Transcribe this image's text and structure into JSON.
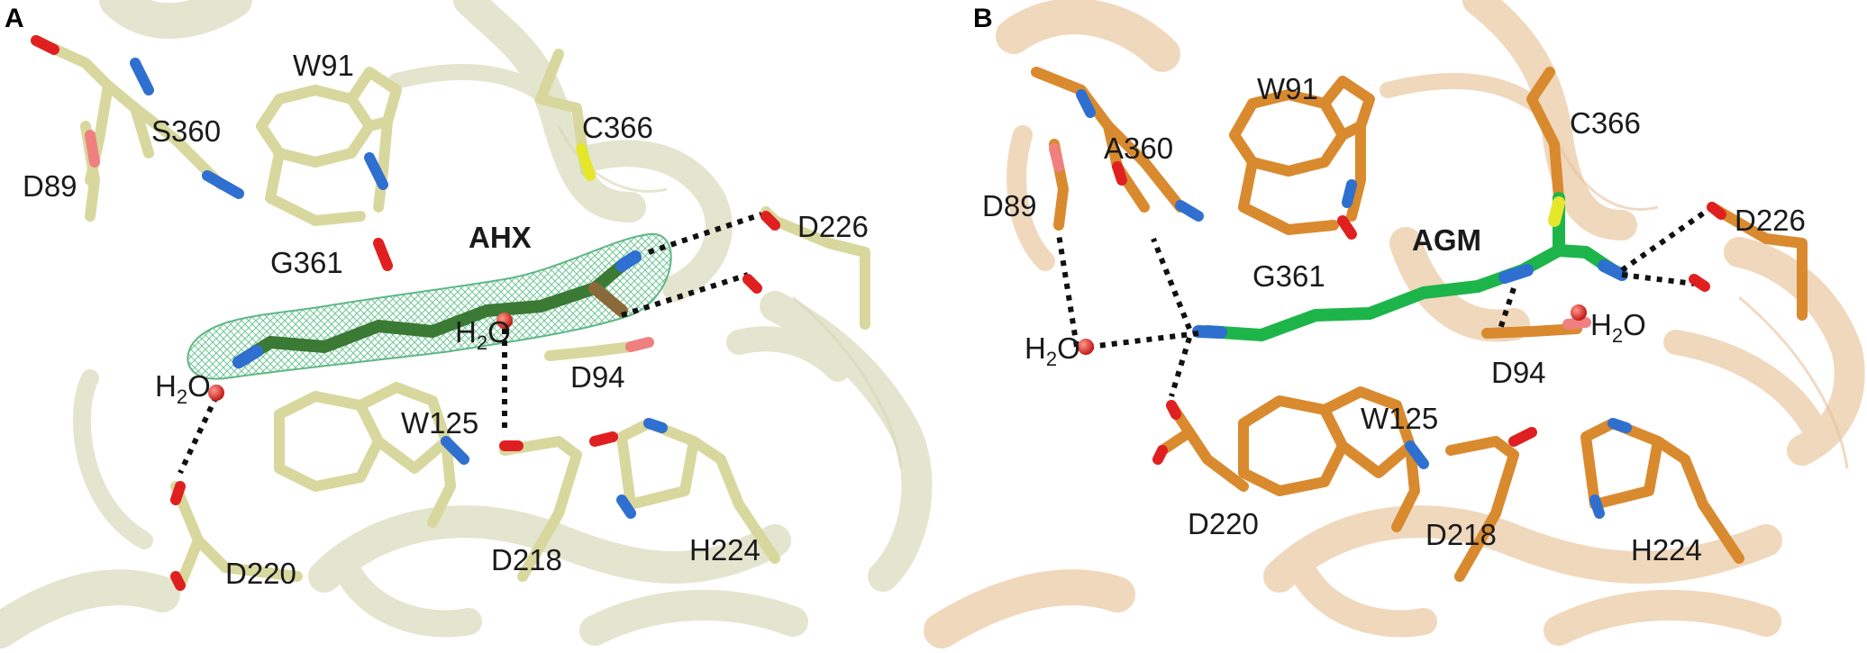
{
  "panels": [
    {
      "letter": "A",
      "ligand": "AHX",
      "residues": [
        "W91",
        "S360",
        "C366",
        "D89",
        "G361",
        "D226",
        "D94",
        "W125",
        "D218",
        "D220",
        "H224"
      ],
      "water_labels": [
        {
          "main": "H",
          "sub": "2",
          "tail": "O"
        },
        {
          "main": "H",
          "sub": "2",
          "tail": "O"
        }
      ]
    },
    {
      "letter": "B",
      "ligand": "AGM",
      "residues": [
        "W91",
        "A360",
        "C366",
        "D89",
        "G361",
        "D226",
        "D94",
        "W125",
        "D218",
        "D220",
        "H224"
      ],
      "water_labels": [
        {
          "main": "H",
          "sub": "2",
          "tail": "O"
        },
        {
          "main": "H",
          "sub": "2",
          "tail": "O"
        }
      ]
    }
  ],
  "colors": {
    "panel_a_protein": "#c9c98c",
    "panel_a_ribbon": "#dfe0c4",
    "panel_b_protein": "#d98a2e",
    "panel_b_ribbon": "#e8c49e",
    "ligand_carbon_a": "#3a7a34",
    "ligand_carbon_b": "#1db54a",
    "nitrogen": "#2f6fd0",
    "oxygen": "#e02020",
    "sulfur": "#e6e62a",
    "density_mesh": "#5fc08a"
  }
}
